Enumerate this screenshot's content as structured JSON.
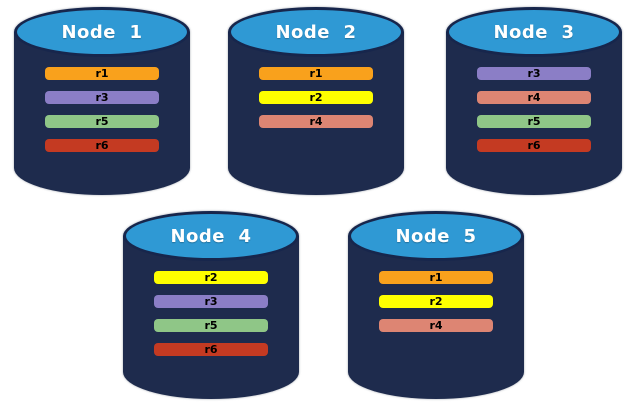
{
  "diagram": {
    "node_body_color": "#1E2B4D",
    "node_top_color": "#2F99D4",
    "node_outline_color": "#17264C",
    "replica_colors": {
      "r1": "#F9A11C",
      "r2": "#FEFF00",
      "r3": "#8B7EC6",
      "r4": "#DD8573",
      "r5": "#8FC687",
      "r6": "#C43A22"
    },
    "nodes": [
      {
        "label": "Node  1",
        "replicas": [
          "r1",
          "r3",
          "r5",
          "r6"
        ]
      },
      {
        "label": "Node  2",
        "replicas": [
          "r1",
          "r2",
          "r4"
        ]
      },
      {
        "label": "Node  3",
        "replicas": [
          "r3",
          "r4",
          "r5",
          "r6"
        ]
      },
      {
        "label": "Node  4",
        "replicas": [
          "r2",
          "r3",
          "r5",
          "r6"
        ]
      },
      {
        "label": "Node  5",
        "replicas": [
          "r1",
          "r2",
          "r4"
        ]
      }
    ]
  }
}
